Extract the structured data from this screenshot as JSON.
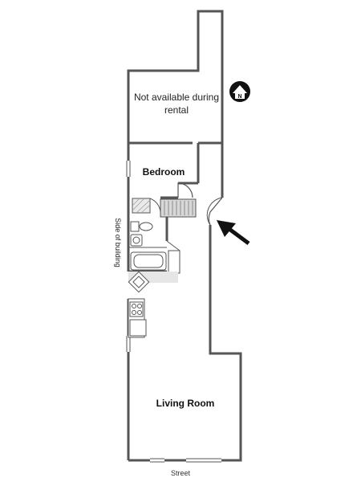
{
  "rooms": {
    "storage_line1": "Not available during",
    "storage_line2": "rental",
    "bedroom": "Bedroom",
    "living_room": "Living Room"
  },
  "labels": {
    "side_of_building": "Side of building",
    "street": "Street"
  },
  "icons": {
    "compass": "north-arrow-icon",
    "entrance": "entrance-arrow-icon"
  },
  "colors": {
    "wall": "#555555",
    "fixture_fill": "#d8d8d8"
  }
}
